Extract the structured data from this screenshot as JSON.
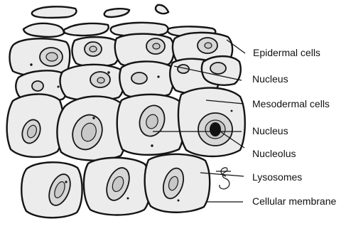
{
  "labels": {
    "epidermal_cells": "Epidermal cells",
    "nucleus_top": "Nucleus",
    "mesodermal_cells": "Mesodermal cells",
    "nucleus_middle": "Nucleus",
    "nucleolus": "Nucleolus",
    "lysosomes": "Lysosomes",
    "cellular_membrane": "Cellular membrane"
  },
  "colors": {
    "ink": "#111111",
    "cell_fill": "#ececec",
    "nucleus_fill": "#d7d7d7",
    "background": "#ffffff"
  }
}
